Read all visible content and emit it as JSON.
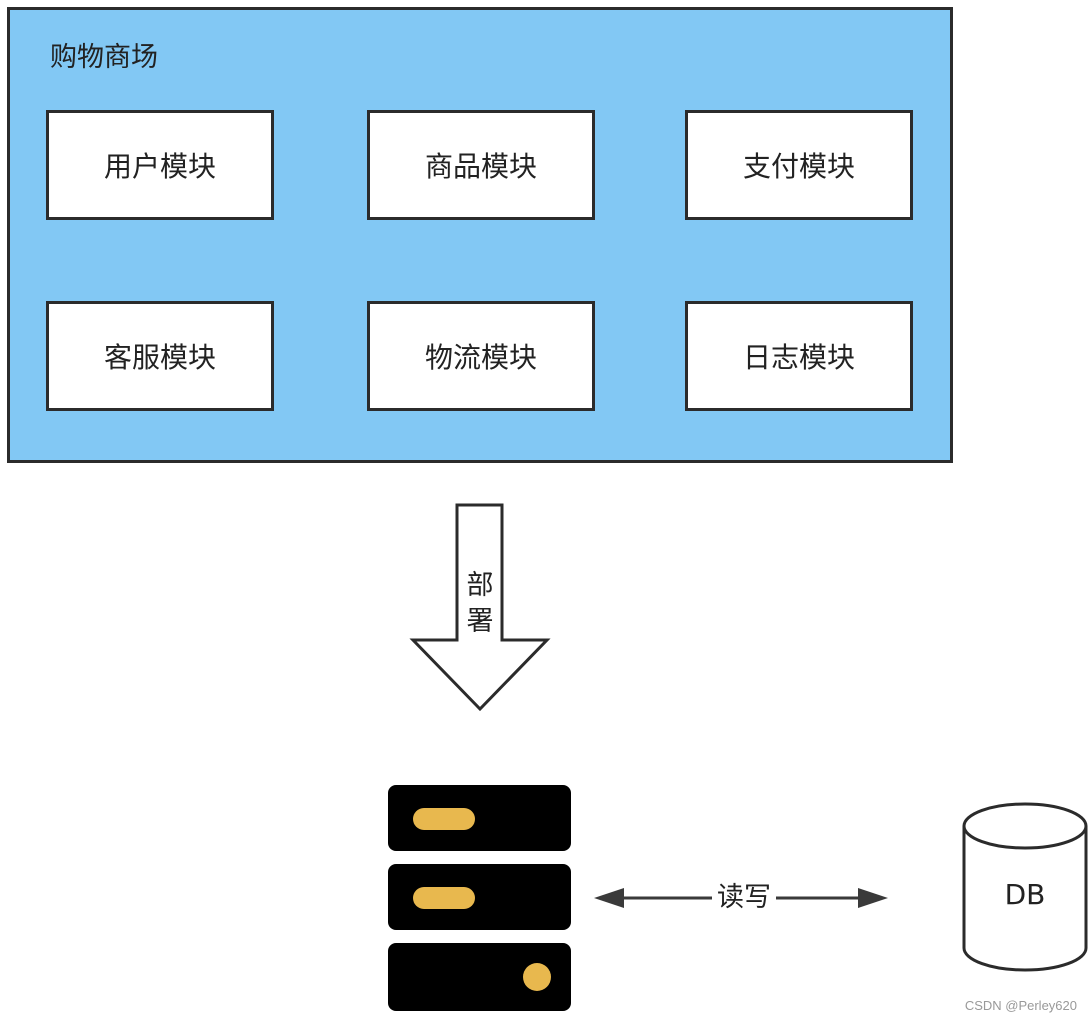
{
  "system": {
    "title": "购物商场",
    "modules": [
      "用户模块",
      "商品模块",
      "支付模块",
      "客服模块",
      "物流模块",
      "日志模块"
    ]
  },
  "deploy": {
    "label": "部署"
  },
  "server": {
    "icon": "server-rack-icon"
  },
  "connection": {
    "label": "读写"
  },
  "database": {
    "label": "DB",
    "icon": "database-cylinder-icon"
  },
  "watermark": "CSDN @Perley620",
  "colors": {
    "system_fill": "#82c8f4",
    "border": "#2b2b2b",
    "led": "#e8b84e",
    "server": "#000000"
  }
}
